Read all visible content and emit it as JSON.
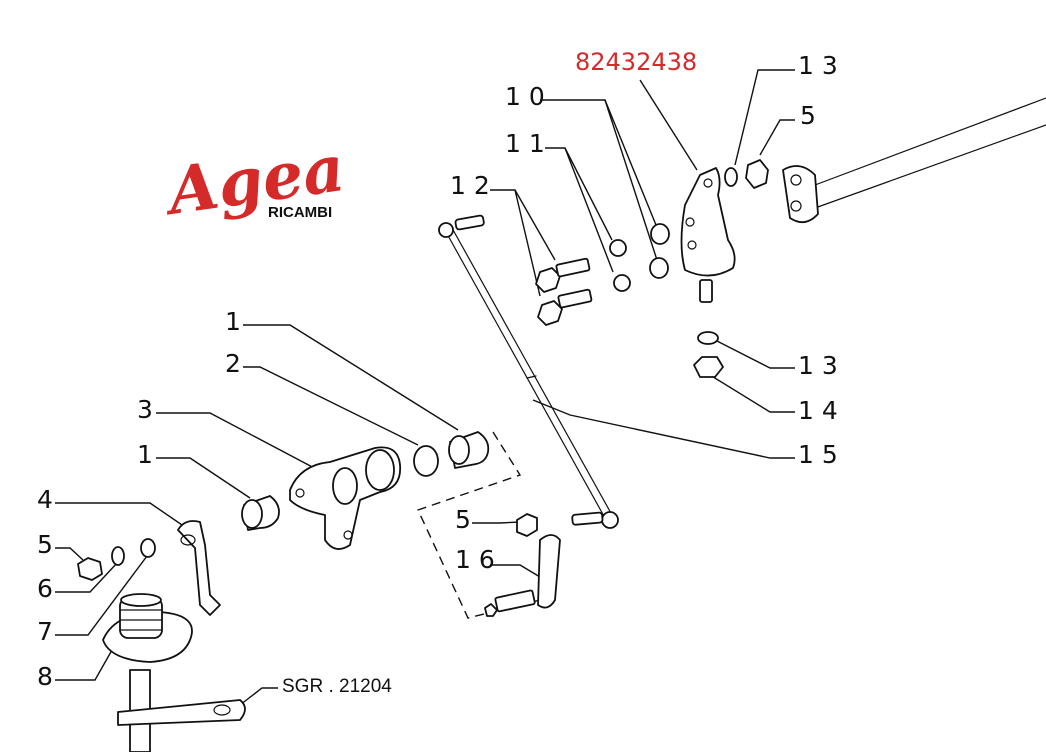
{
  "logo": {
    "brand": "Agea",
    "subtitle": "RICAMBI"
  },
  "part_reference": "82432438",
  "drawing_code": "SGR . 21204",
  "callouts": {
    "c1a": "1",
    "c2": "2",
    "c3": "3",
    "c1b": "1",
    "c4": "4",
    "c5a": "5",
    "c6": "6",
    "c7": "7",
    "c8": "8",
    "c5b": "5",
    "c16": "1 6",
    "c12": "1 2",
    "c11": "1 1",
    "c10": "1 0",
    "c13a": "1 3",
    "c5c": "5",
    "c13b": "1 3",
    "c14": "1 4",
    "c15": "1 5"
  },
  "colors": {
    "highlight": "#d42a2a",
    "ink": "#111111"
  }
}
